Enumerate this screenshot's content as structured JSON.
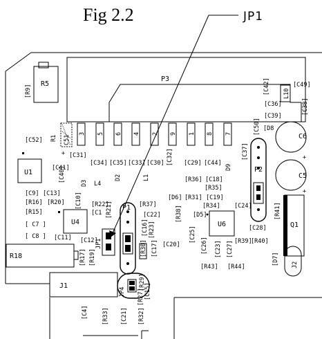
{
  "figure_title": "Fig 2.2",
  "callout": {
    "label": "JP1"
  },
  "components": {
    "P3": "P3",
    "R5": "R5",
    "R9": "[R9]",
    "C52": "[C52]",
    "R1": "R1",
    "C51": "C51",
    "U1": "U1",
    "C31": "[C31]",
    "C34": "[C34]",
    "C35": "[C35]",
    "C33": "[C33]",
    "C30": "[C30]",
    "C32": "[C32]",
    "C29": "[C29]",
    "C44": "[C44]",
    "D9": "D9",
    "C37": "[C37]",
    "C50": "[C50]",
    "D8": "[D8",
    "C42": "[C42]",
    "C36": "[C36]",
    "C39": "[C39]",
    "L10": "L10",
    "C49": "[C49]",
    "C38": "[C38]",
    "C6": "C6",
    "C5": "C5",
    "P2": "P2",
    "C41": "[C41]",
    "C40": "[C40]",
    "D3": "D3",
    "L4": "L4",
    "D2": "D2",
    "L1": "L1",
    "C9": "[C9]",
    "C13": "[C13]",
    "R16": "[R16]",
    "R20": "[R20]",
    "R15": "[R15]",
    "C7": "[ C7 ]",
    "C8": "[ C8 ]",
    "C10": "[C10]",
    "R22": "[R22]",
    "R21": "[R21]",
    "C11_top": "[C1",
    "U4": "U4",
    "C11": "[C11]",
    "C12": "[C12]",
    "R17": "[R17]",
    "R19": "[R19]",
    "R18": "R18",
    "JP1_label": "JP1",
    "P1": "P1",
    "R37": "[R37]",
    "C22": "[C22]",
    "C16": "[C16]",
    "R23": "[R23]",
    "C17": "[C17]",
    "R30": "[R30]",
    "C20": "[C20]",
    "R38": "[R38]",
    "C25": "[C25]",
    "D6": "[D6]",
    "R31": "[R31]",
    "R36": "[R36]",
    "C18": "[C18]",
    "R35": "[R35]",
    "C19": "[C19]",
    "R34": "[R34]",
    "D5": "[D5]",
    "U6": "U6",
    "C24": "[C24]",
    "C28": "[C28]",
    "R41": "[R41]",
    "Q1": "Q1",
    "C26": "[C26]",
    "C23": "[C23]",
    "C27": "[C27]",
    "R39": "[R39]",
    "R40": "[R40]",
    "R43": "[R43]",
    "R44": "[R44]",
    "D7": "[D7]",
    "J2": "J2",
    "J1": "J1",
    "JP4": "JP4",
    "R29": "[R29]",
    "R27": "[R27]",
    "C15": "[C15]",
    "C4": "[C4]",
    "R33": "[R33]",
    "C21": "[C21]",
    "R32": "[R32]"
  },
  "header_pins": [
    "3",
    "5",
    "6",
    "4",
    "2",
    "9",
    "1",
    "8",
    "7"
  ],
  "plus_marks": [
    "+",
    "+",
    "+"
  ]
}
